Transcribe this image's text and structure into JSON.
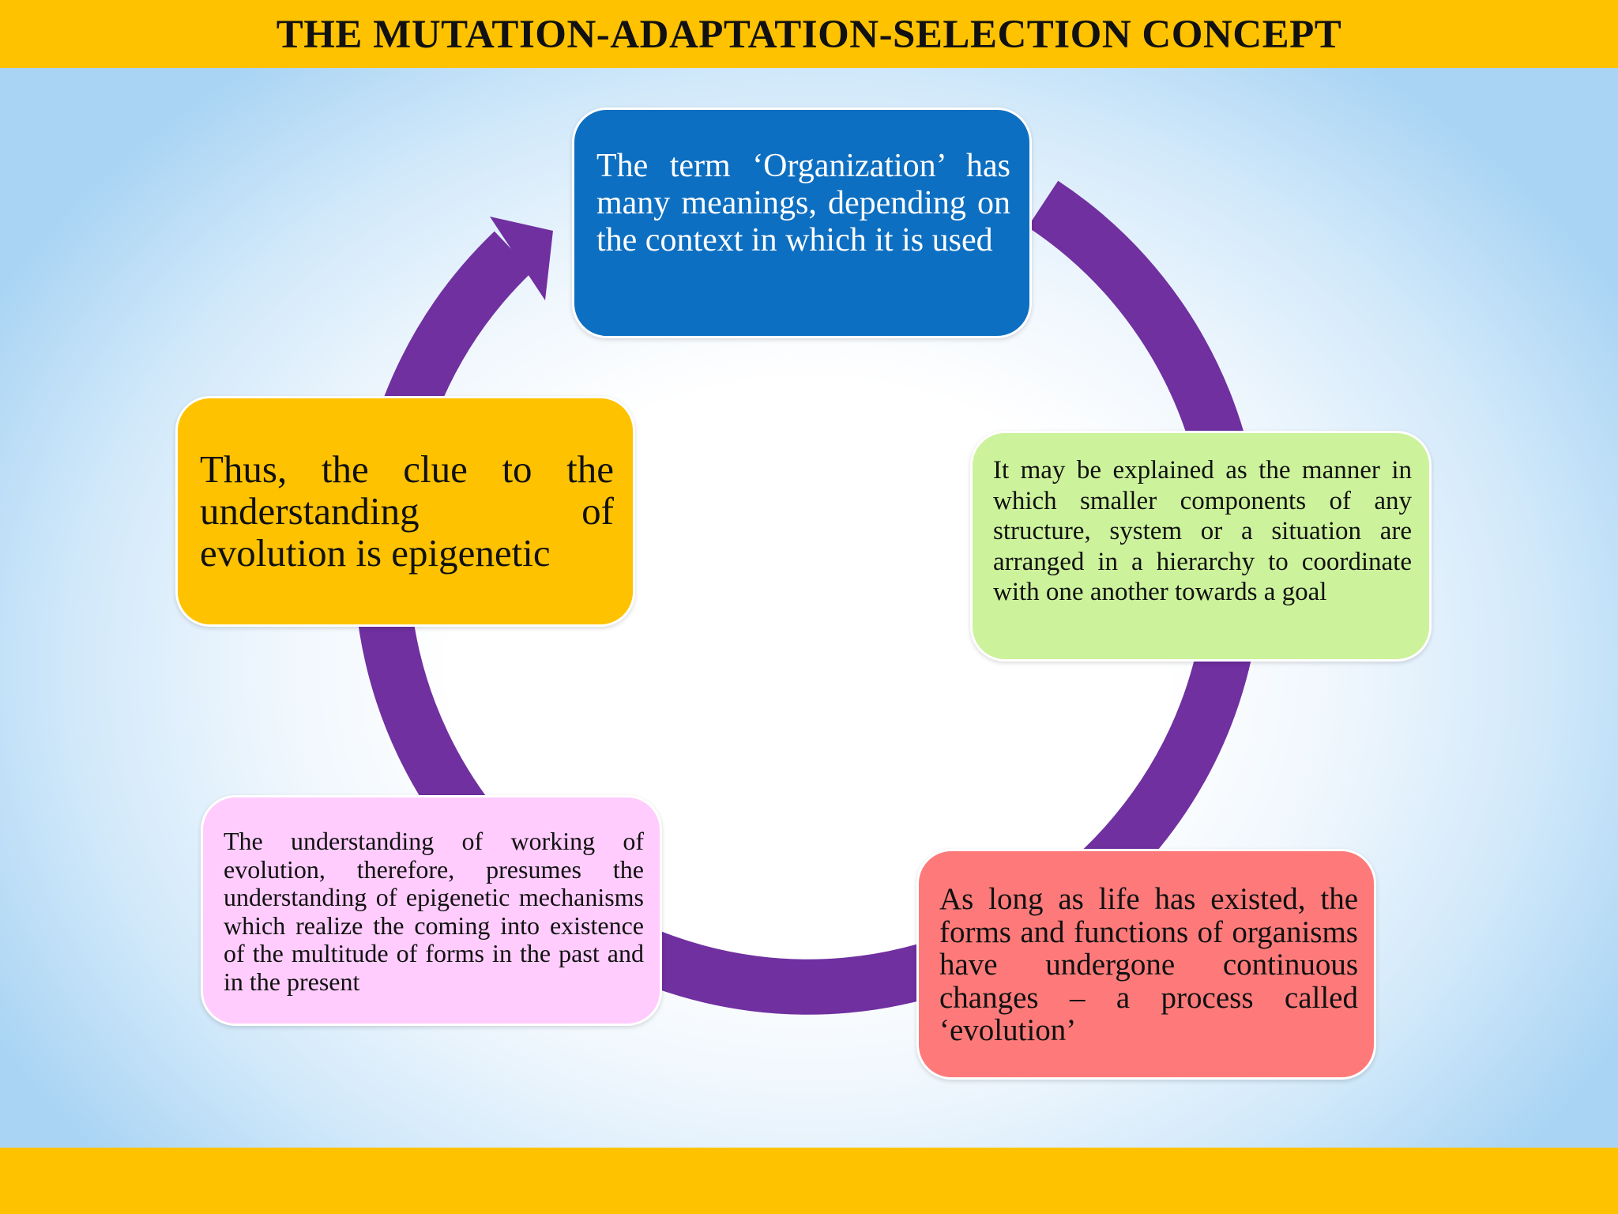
{
  "slide": {
    "title": "THE MUTATION-ADAPTATION-SELECTION CONCEPT"
  },
  "cycle": {
    "arrow_color": "#7030a0",
    "steps": [
      {
        "text": "The term ‘Organization’  has many meanings,  depending on the context in which it is used",
        "fill": "#0d6fc1"
      },
      {
        "text": "It may be explained as  the manner in which smaller components of any structure, system or a situation are arranged  in a hierarchy to coordinate with one another towards a goal",
        "fill": "#ccf29b"
      },
      {
        "text": "As long as life has existed, the forms and functions of organisms have undergone continuous changes – a  process called ‘evolution’",
        "fill": "#fe7a7a"
      },
      {
        "text": "The understanding of working of evolution, therefore, presumes the understanding of epigenetic mechanisms which realize the coming into existence of the multitude of forms in the past and in the present",
        "fill": "#ffccfd"
      },
      {
        "text": "Thus, the  clue to the understanding of evolution is epigenetic",
        "fill": "#fec200"
      }
    ]
  },
  "colors": {
    "band": "#fec200",
    "background_center": "#ffffff",
    "background_edge": "#a9d4f4"
  }
}
